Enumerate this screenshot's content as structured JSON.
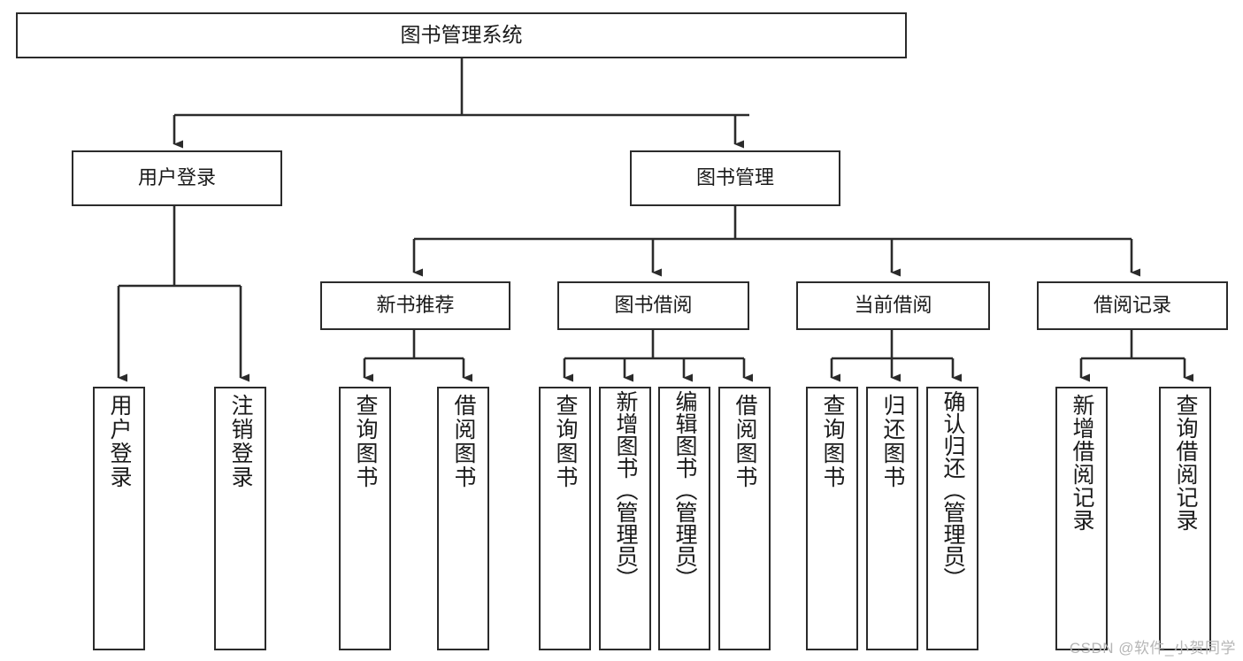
{
  "diagram": {
    "title": "图书管理系统",
    "watermark": "CSDN @软件_小贺同学",
    "stroke_color": "#2b2b2b",
    "text_color": "#1a1a1a",
    "background_color": "#ffffff",
    "watermark_color": "#b6b6b6"
  },
  "nodes": {
    "root": {
      "label": "图书管理系统"
    },
    "level1": [
      {
        "label": "用户登录"
      },
      {
        "label": "图书管理"
      }
    ],
    "level2": [
      {
        "label": "新书推荐"
      },
      {
        "label": "图书借阅"
      },
      {
        "label": "当前借阅"
      },
      {
        "label": "借阅记录"
      }
    ],
    "login_leaves": [
      {
        "label": "用户登录"
      },
      {
        "label": "注销登录"
      }
    ],
    "recommend_leaves": [
      {
        "label": "查询图书"
      },
      {
        "label": "借阅图书"
      }
    ],
    "borrow_leaves": [
      {
        "label": "查询图书"
      },
      {
        "label": "新增图书（管理员）"
      },
      {
        "label": "编辑图书（管理员）"
      },
      {
        "label": "借阅图书"
      }
    ],
    "current_leaves": [
      {
        "label": "查询图书"
      },
      {
        "label": "归还图书"
      },
      {
        "label": "确认归还（管理员）"
      }
    ],
    "record_leaves": [
      {
        "label": "新增借阅记录"
      },
      {
        "label": "查询借阅记录"
      }
    ]
  }
}
